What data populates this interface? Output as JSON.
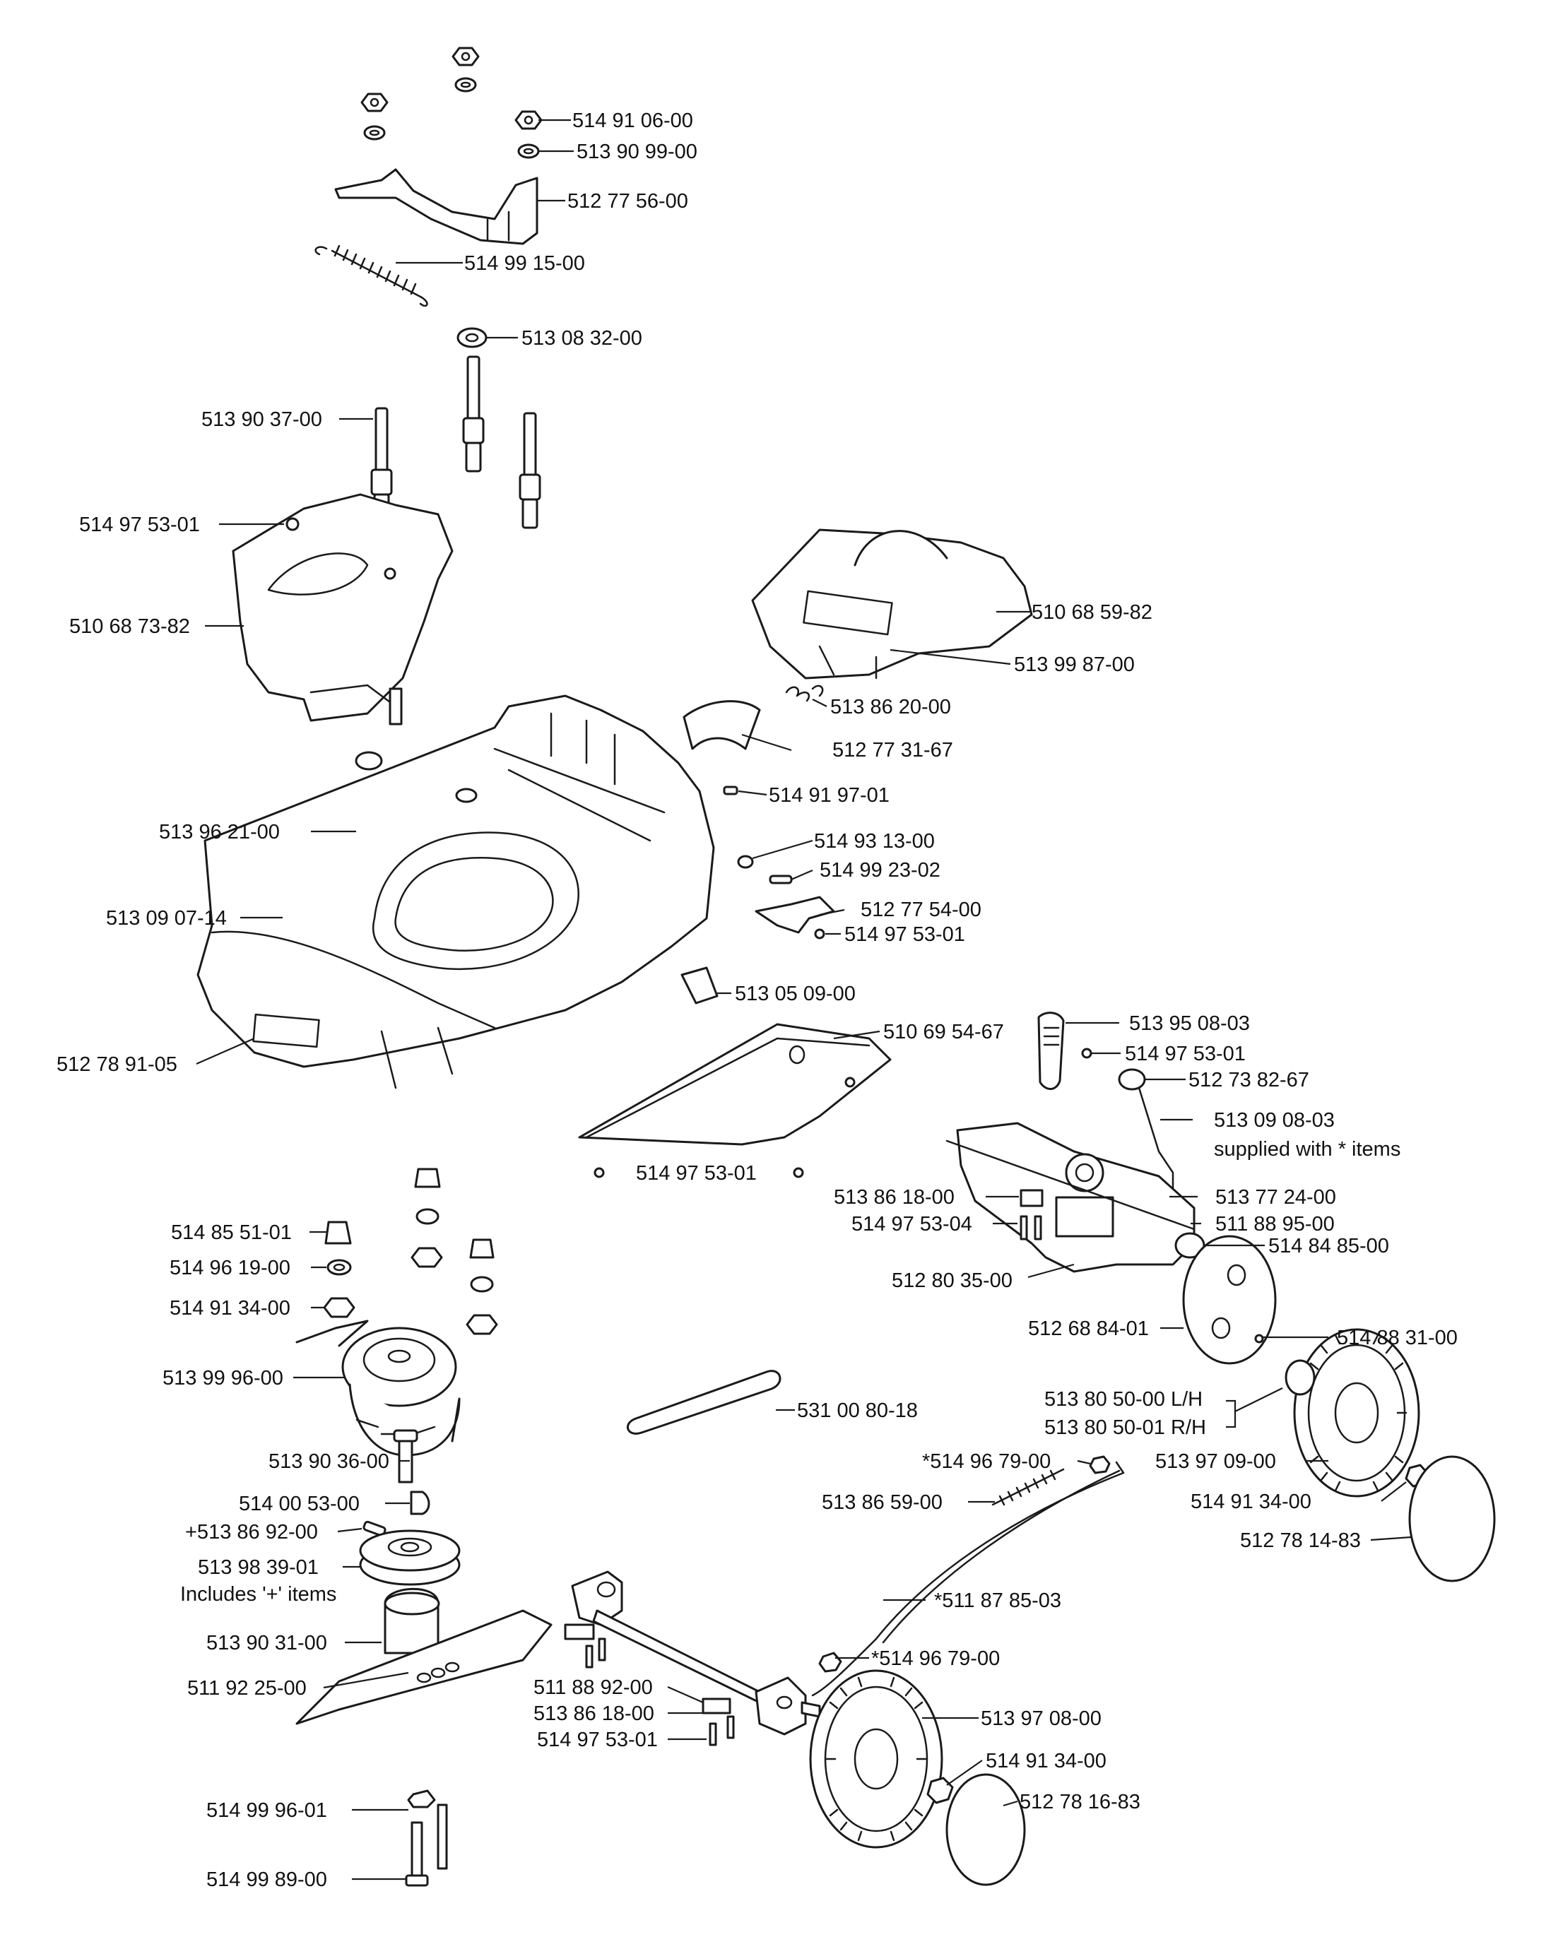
{
  "colors": {
    "ink": "#1a1a1a",
    "paper": "#ffffff"
  },
  "labels": {
    "p514_91_06_00": "514 91 06-00",
    "p513_90_99_00": "513 90 99-00",
    "p512_77_56_00": "512 77 56-00",
    "p514_99_15_00": "514 99 15-00",
    "p513_08_32_00": "513 08 32-00",
    "p513_90_37_00": "513 90 37-00",
    "p514_97_53_01_a": "514 97 53-01",
    "p510_68_73_82": "510 68 73-82",
    "p510_68_59_82": "510 68 59-82",
    "p513_99_87_00": "513 99 87-00",
    "p513_86_20_00": "513 86 20-00",
    "p512_77_31_67": "512 77 31-67",
    "p514_91_97_01": "514 91 97-01",
    "p513_96_21_00": "513 96 21-00",
    "p514_93_13_00": "514 93 13-00",
    "p514_99_23_02": "514 99 23-02",
    "p512_77_54_00": "512 77 54-00",
    "p514_97_53_01_b": "514 97 53-01",
    "p513_09_07_14": "513 09 07-14",
    "p513_05_09_00": "513 05 09-00",
    "p510_69_54_67": "510 69 54-67",
    "p512_78_91_05": "512 78 91-05",
    "p513_95_08_03": "513 95 08-03",
    "p514_97_53_01_c": "514 97 53-01",
    "p512_73_82_67": "512 73 82-67",
    "p513_09_08_03": "513 09 08-03",
    "supplied_note": "supplied with * items",
    "p514_97_53_01_d": "514 97 53-01",
    "p513_86_18_00_a": "513 86 18-00",
    "p513_77_24_00": "513 77 24-00",
    "p514_97_53_04": "514 97 53-04",
    "p511_88_95_00": "511 88 95-00",
    "p514_84_85_00": "514 84 85-00",
    "p512_80_35_00": "512 80 35-00",
    "p514_85_51_01": "514 85 51-01",
    "p514_96_19_00": "514 96 19-00",
    "p514_91_34_00_a": "514 91 34-00",
    "p512_68_84_01": "512 68 84-01",
    "p514_88_31_00": "514 88 31-00",
    "p513_99_96_00": "513 99 96-00",
    "p513_80_50_00": "513 80 50-00 L/H",
    "p513_80_50_01": "513 80 50-01 R/H",
    "p531_00_80_18": "531 00 80-18",
    "p513_90_36_00": "513 90 36-00",
    "p514_96_79_00_a": "*514 96 79-00",
    "p513_97_09_00": "513 97 09-00",
    "p514_91_34_00_b": "514 91 34-00",
    "p514_00_53_00": "514 00 53-00",
    "p513_86_59_00": "513 86 59-00",
    "p512_78_14_83": "512 78 14-83",
    "p513_86_92_00": "+513 86 92-00",
    "p513_98_39_01": "513 98 39-01",
    "includes_note": "Includes '+' items",
    "p511_87_85_03": "*511 87 85-03",
    "p513_90_31_00": "513 90 31-00",
    "p514_96_79_00_b": "*514 96 79-00",
    "p511_92_25_00": "511 92 25-00",
    "p511_88_92_00": "511 88 92-00",
    "p513_86_18_00_b": "513 86 18-00",
    "p513_97_08_00": "513 97 08-00",
    "p514_97_53_01_e": "514 97 53-01",
    "p514_91_34_00_c": "514 91 34-00",
    "p512_78_16_83": "512 78 16-83",
    "p514_99_96_01": "514 99 96-01",
    "p514_99_89_00": "514 99 89-00"
  }
}
